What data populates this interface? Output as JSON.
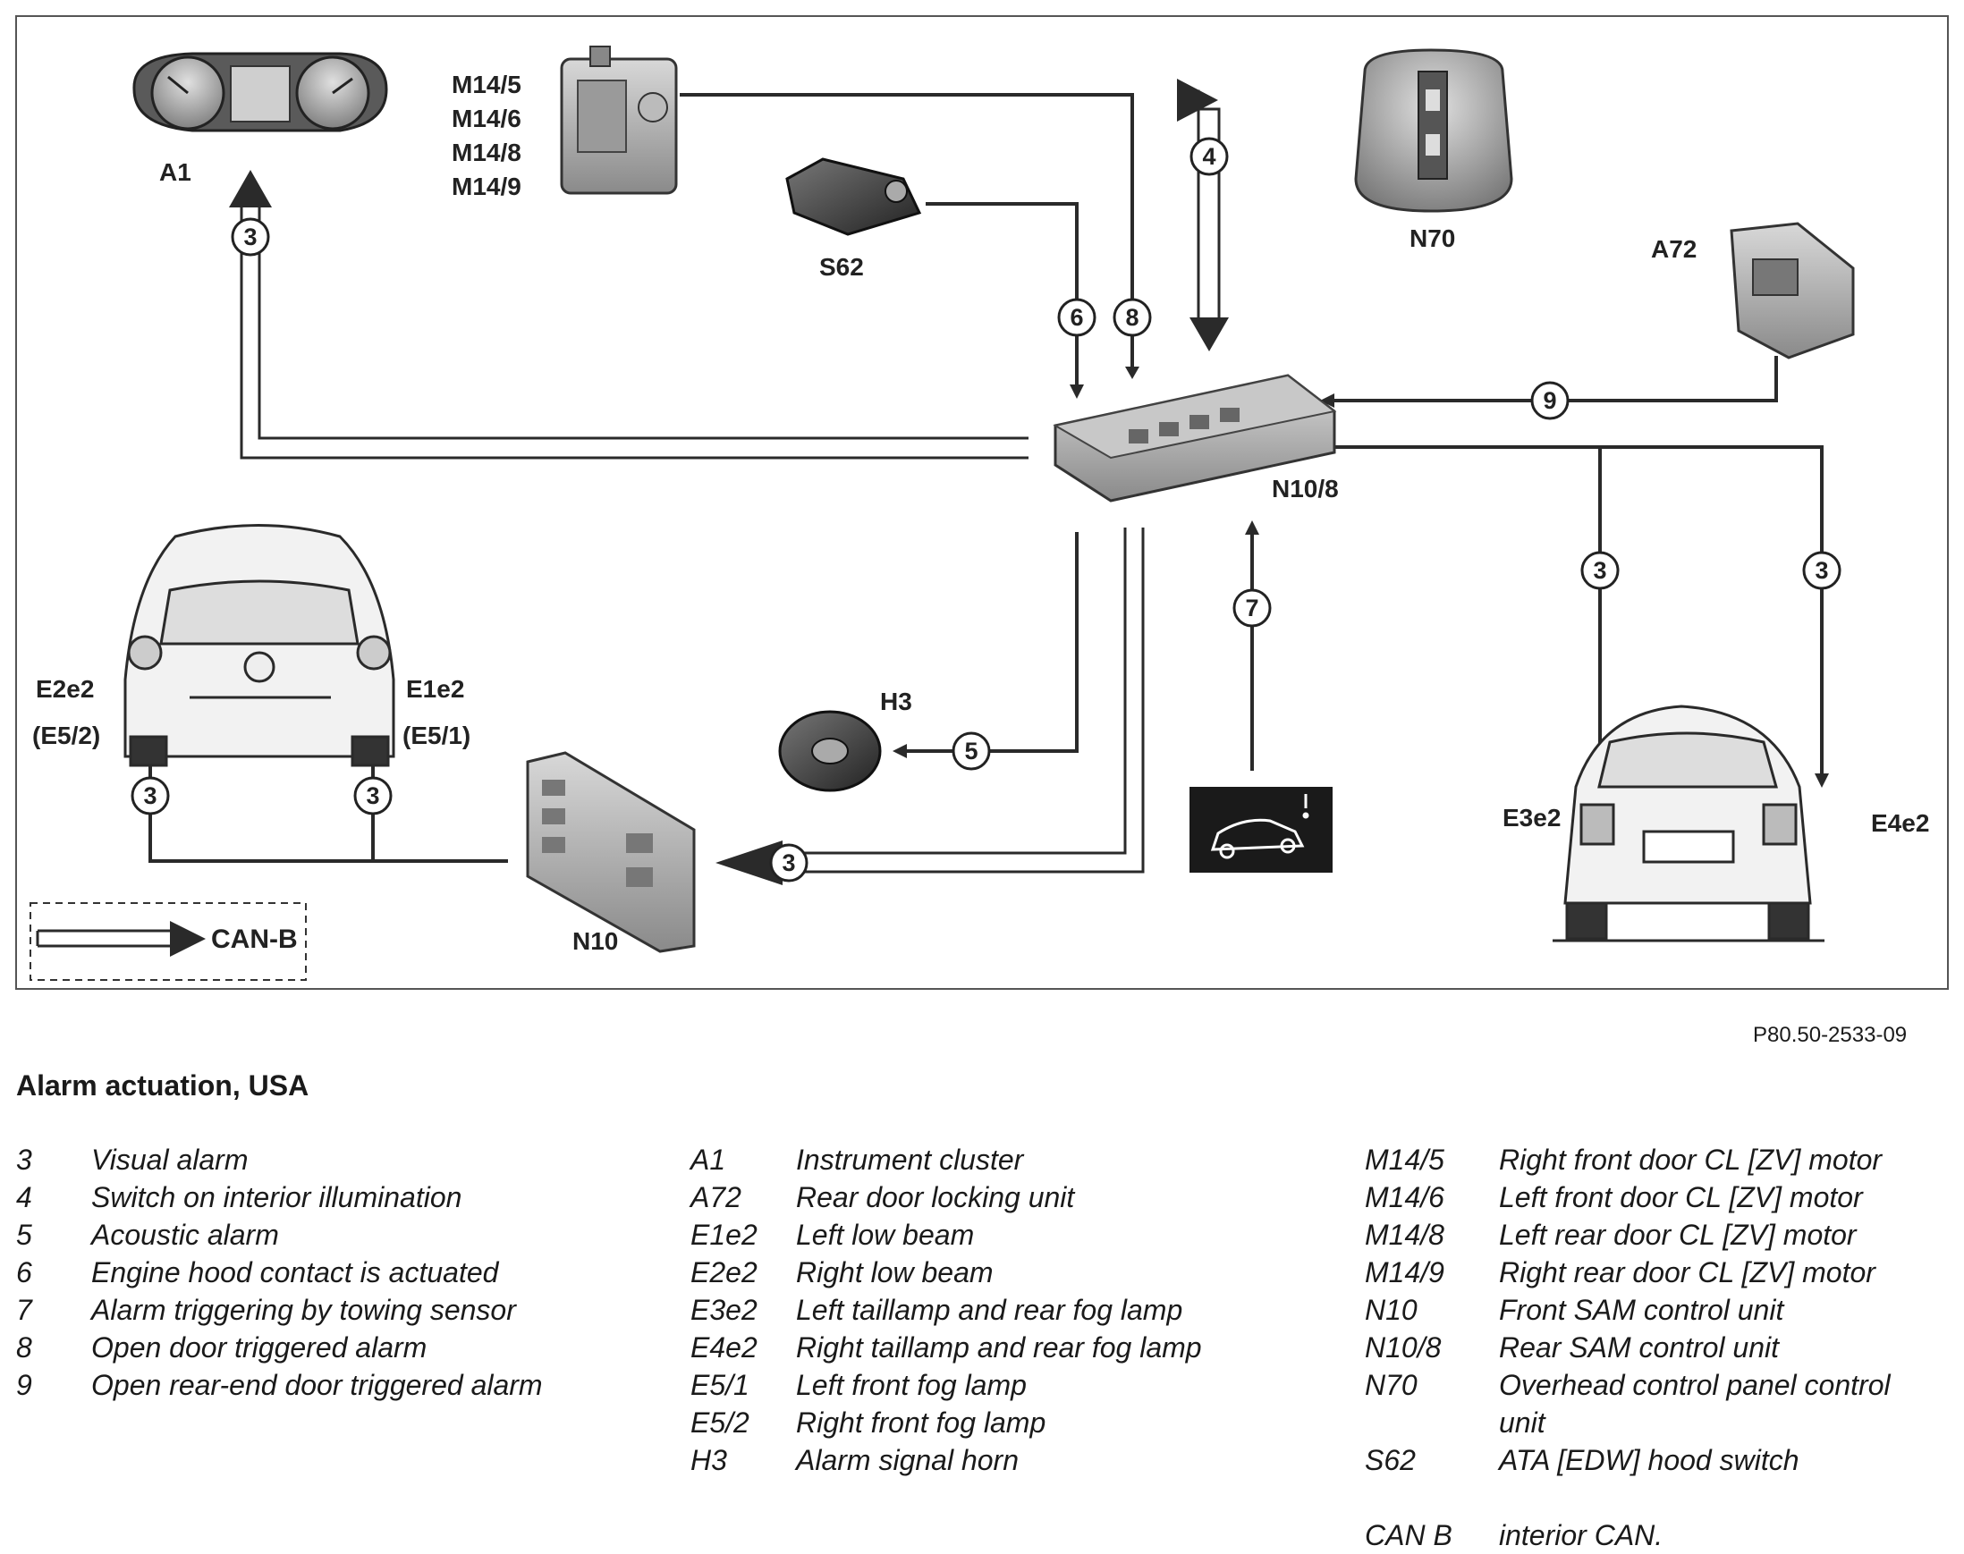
{
  "figure_id": "P80.50-2533-09",
  "title": "Alarm actuation, USA",
  "components": {
    "a1": "A1",
    "m14_5": "M14/5",
    "m14_6": "M14/6",
    "m14_8": "M14/8",
    "m14_9": "M14/9",
    "s62": "S62",
    "n70": "N70",
    "a72": "A72",
    "n10_8": "N10/8",
    "n10": "N10",
    "h3": "H3",
    "e2e2": "E2e2",
    "e5_2": "(E5/2)",
    "e1e2": "E1e2",
    "e5_1": "(E5/1)",
    "e3e2": "E3e2",
    "e4e2": "E4e2"
  },
  "can_legend": "CAN-B",
  "signal_numbers": {
    "a1": "3",
    "n70": "4",
    "s62": "6",
    "door": "8",
    "a72": "9",
    "tow": "7",
    "horn": "5",
    "n10": "3",
    "e3e2": "3",
    "e4e2": "3",
    "e2e2": "3",
    "e1e2": "3"
  },
  "colors": {
    "line": "#2a2a2a",
    "frame": "#555555",
    "tow_panel": "#1a1a1a"
  },
  "icons": {
    "tow": "car-tilt-warning-icon"
  },
  "legend": {
    "col1": [
      {
        "code": "3",
        "desc": "Visual alarm"
      },
      {
        "code": "4",
        "desc": "Switch on interior illumination"
      },
      {
        "code": "5",
        "desc": "Acoustic alarm"
      },
      {
        "code": "6",
        "desc": "Engine hood contact is actuated"
      },
      {
        "code": "7",
        "desc": "Alarm triggering by towing sensor"
      },
      {
        "code": "8",
        "desc": "Open door triggered alarm"
      },
      {
        "code": "9",
        "desc": "Open rear-end door triggered alarm"
      }
    ],
    "col2": [
      {
        "code": "A1",
        "desc": "Instrument cluster"
      },
      {
        "code": "A72",
        "desc": "Rear door locking unit"
      },
      {
        "code": "E1e2",
        "desc": "Left low beam"
      },
      {
        "code": "E2e2",
        "desc": "Right low beam"
      },
      {
        "code": "E3e2",
        "desc": "Left taillamp and rear fog lamp"
      },
      {
        "code": "E4e2",
        "desc": "Right taillamp and rear fog lamp"
      },
      {
        "code": "E5/1",
        "desc": "Left front fog lamp"
      },
      {
        "code": "E5/2",
        "desc": "Right front fog lamp"
      },
      {
        "code": "H3",
        "desc": "Alarm signal horn"
      }
    ],
    "col3": [
      {
        "code": "M14/5",
        "desc": "Right front door CL [ZV] motor"
      },
      {
        "code": "M14/6",
        "desc": "Left front door CL [ZV] motor"
      },
      {
        "code": "M14/8",
        "desc": "Left rear door CL [ZV] motor"
      },
      {
        "code": "M14/9",
        "desc": "Right rear door CL [ZV] motor"
      },
      {
        "code": "N10",
        "desc": "Front SAM control unit"
      },
      {
        "code": "N10/8",
        "desc": "Rear SAM control unit"
      },
      {
        "code": "N70",
        "desc": "Overhead control panel control unit"
      },
      {
        "code": "S62",
        "desc": "ATA [EDW] hood switch"
      }
    ],
    "col3_extra": {
      "code": "CAN B",
      "desc": "interior CAN."
    }
  }
}
